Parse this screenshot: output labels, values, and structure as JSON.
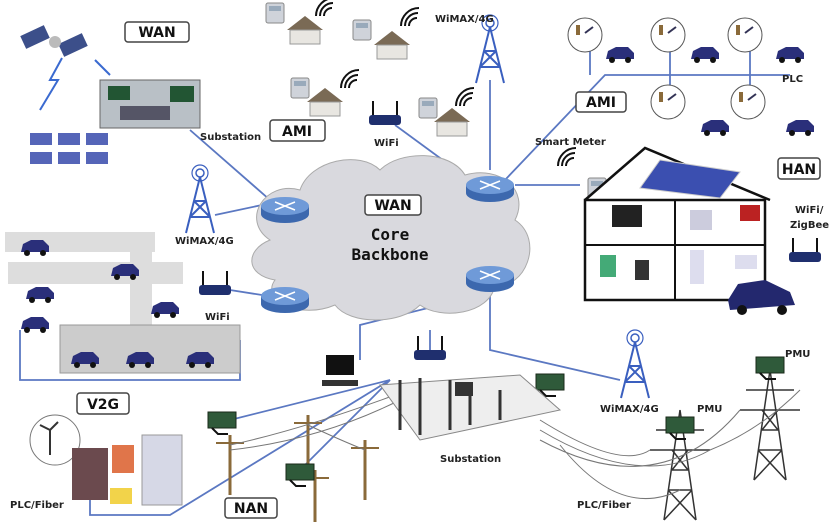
{
  "boxes": {
    "wan_top": "WAN",
    "ami_left": "AMI",
    "ami_right": "AMI",
    "han": "HAN",
    "wan_core": "WAN",
    "v2g": "V2G",
    "nan": "NAN"
  },
  "labels": {
    "substation_top": "Substation",
    "wifi_top": "WiFi",
    "wimax_top": "WiMAX/4G",
    "plc": "PLC",
    "smart_meter": "Smart Meter",
    "wifi_zigbee_1": "WiFi/",
    "wifi_zigbee_2": "ZigBee",
    "wimax_left": "WiMAX/4G",
    "wifi_left": "WiFi",
    "core_1": "Core",
    "core_2": "Backbone",
    "substation_bottom": "Substation",
    "wimax_bottom": "WiMAX/4G",
    "pmu_1": "PMU",
    "pmu_2": "PMU",
    "plc_fiber_left": "PLC/Fiber",
    "plc_fiber_right": "PLC/Fiber"
  },
  "colors": {
    "link": "#5b78c2",
    "router": "#4f7fc4",
    "tower": "#3a5fbf",
    "cloud": "#d9d9de",
    "nan_device": "#2f5a3a"
  }
}
